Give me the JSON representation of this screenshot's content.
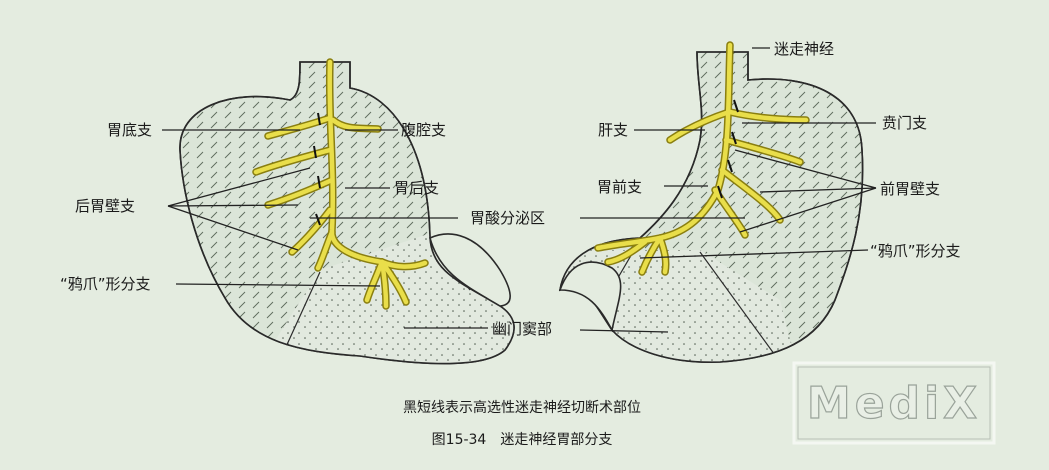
{
  "labels": {
    "fundus_branch": "胃底支",
    "celiac_branch": "腹腔支",
    "posterior_gastric": "胃后支",
    "posterior_wall_branch": "后胃壁支",
    "acid_zone": "胃酸分泌区",
    "crow_foot_left": "“鸦爪”形分支",
    "crow_foot_right": "“鸦爪”形分支",
    "pyloric_antrum": "幽门窦部",
    "vagus_nerve": "迷走神经",
    "hepatic_branch": "肝支",
    "cardiac_branch": "贲门支",
    "anterior_gastric": "胃前支",
    "anterior_wall_branch": "前胃壁支"
  },
  "caption": {
    "line1": "黑短线表示高选性迷走神经切断术部位",
    "line2": "图15-34　迷走神经胃部分支"
  },
  "watermark": "MediX",
  "colors": {
    "nerve": "#e9de4a",
    "background": "#e4ece0",
    "stomach": "#d9e4d6"
  }
}
